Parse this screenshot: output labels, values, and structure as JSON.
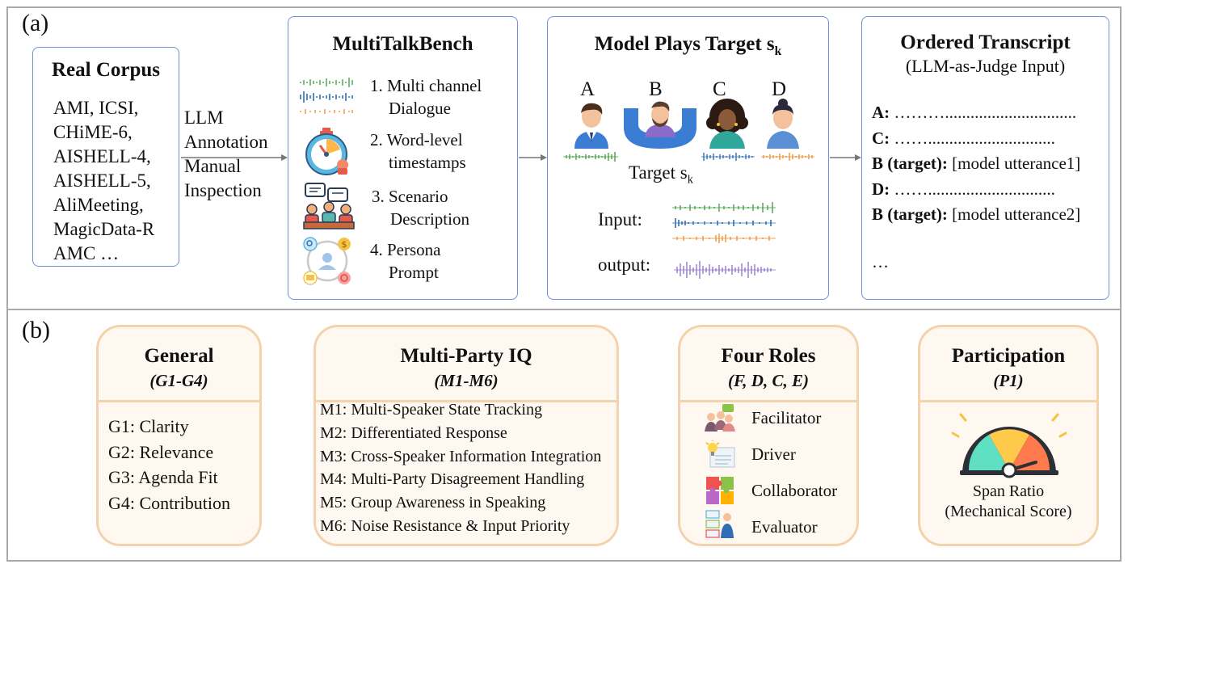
{
  "panel_a": {
    "tag": "(a)",
    "corpus": {
      "title": "Real Corpus",
      "lines": [
        "AMI, ICSI,",
        "CHiME-6,",
        "AISHELL-4,",
        "AISHELL-5,",
        "AliMeeting,",
        "MagicData-R",
        "AMC …"
      ]
    },
    "arrow1_lines": [
      "LLM",
      "Annotation",
      "Manual",
      "Inspection"
    ],
    "bench": {
      "title": "MultiTalkBench",
      "items": [
        {
          "num": "1.",
          "lines": [
            "Multi channel",
            "Dialogue"
          ],
          "icon": "waveform-icon"
        },
        {
          "num": "2.",
          "lines": [
            "Word-level",
            "timestamps"
          ],
          "icon": "stopwatch-icon"
        },
        {
          "num": "3.",
          "lines": [
            "Scenario",
            "Description"
          ],
          "icon": "meeting-icon"
        },
        {
          "num": "4.",
          "lines": [
            "Persona",
            "Prompt"
          ],
          "icon": "persona-icon"
        }
      ]
    },
    "model": {
      "title": "Model Plays Target s",
      "title_sub": "k",
      "speakers": [
        "A",
        "B",
        "C",
        "D"
      ],
      "target_label": "Target s",
      "target_sub": "k",
      "input_label": "Input:",
      "output_label": "output:"
    },
    "transcript": {
      "title": "Ordered Transcript",
      "subtitle": "(LLM-as-Judge Input)",
      "rows": [
        {
          "speaker": "A:",
          "text": "………...............................",
          "target": false
        },
        {
          "speaker": "C:",
          "text": "……..............................",
          "target": false
        },
        {
          "speaker": "B (target):",
          "text": "[model utterance1]",
          "target": true
        },
        {
          "speaker": "D:",
          "text": "……..............................",
          "target": false
        },
        {
          "speaker": "B (target):",
          "text": "[model utterance2]",
          "target": true
        }
      ],
      "ellipsis": "…"
    }
  },
  "panel_b": {
    "tag": "(b)",
    "general": {
      "title": "General",
      "subtitle": "(G1-G4)",
      "items": [
        "G1: Clarity",
        "G2: Relevance",
        "G3: Agenda Fit",
        "G4: Contribution"
      ]
    },
    "multiparty": {
      "title": "Multi-Party IQ",
      "subtitle": "(M1-M6)",
      "items": [
        "M1: Multi-Speaker State Tracking",
        "M2: Differentiated Response",
        "M3: Cross-Speaker Information Integration",
        "M4: Multi-Party Disagreement Handling",
        "M5: Group Awareness in Speaking",
        "M6: Noise Resistance & Input Priority"
      ]
    },
    "roles": {
      "title": "Four Roles",
      "subtitle": "(F, D, C, E)",
      "items": [
        {
          "label": "Facilitator",
          "icon": "facilitator-icon"
        },
        {
          "label": "Driver",
          "icon": "driver-icon"
        },
        {
          "label": "Collaborator",
          "icon": "collaborator-icon"
        },
        {
          "label": "Evaluator",
          "icon": "evaluator-icon"
        }
      ]
    },
    "participation": {
      "title": "Participation",
      "subtitle": "(P1)",
      "gauge_icon": "gauge-icon",
      "caption_lines": [
        "Span Ratio",
        "(Mechanical Score)"
      ]
    }
  },
  "colors": {
    "frame": "#a9a9a9",
    "blue_box": "#6f93d6",
    "orange_border": "#f2d3ad",
    "orange_fill": "#fff8f0",
    "wave_green": "#3a9a3a",
    "wave_blue": "#2f6fb5",
    "wave_orange": "#ef8a2b",
    "wave_purple": "#8b6fc9"
  }
}
